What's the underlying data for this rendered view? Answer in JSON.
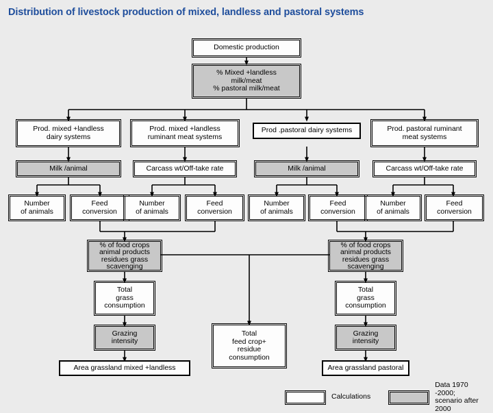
{
  "title": "Distribution of livestock production of mixed, landless and pastoral systems",
  "colors": {
    "title": "#1f4e9c",
    "background": "#ebebeb",
    "node_fill": "#fdfdfd",
    "node_shaded_fill": "#c8c8c8",
    "border": "#000000"
  },
  "nodes": {
    "domestic_production": "Domestic production",
    "percent_split": "% Mixed +landless\nmilk/meat\n% pastoral milk/meat",
    "prod_mixed_dairy": "Prod. mixed +landless\ndairy systems",
    "prod_mixed_meat": "Prod. mixed +landless\nruminant meat systems",
    "prod_pastoral_dairy": "Prod .pastoral dairy systems",
    "prod_pastoral_meat": "Prod. pastoral ruminant\nmeat systems",
    "milk_animal_mixed": "Milk /animal",
    "carcass_mixed": "Carcass wt/Off-take rate",
    "milk_animal_pastoral": "Milk /animal",
    "carcass_pastoral": "Carcass wt/Off-take rate",
    "number_animals_1": "Number\nof animals",
    "feed_conversion_1": "Feed\nconversion",
    "number_animals_2": "Number\nof animals",
    "feed_conversion_2": "Feed\nconversion",
    "number_animals_3": "Number\nof animals",
    "feed_conversion_3": "Feed\nconversion",
    "number_animals_4": "Number\nof animals",
    "feed_conversion_4": "Feed\nconversion",
    "food_crops_mixed": "% of food crops\nanimal products\nresidues grass\nscavenging",
    "food_crops_pastoral": "% of food crops\nanimal products\nresidues grass\nscavenging",
    "total_grass_mixed": "Total\ngrass\nconsumption",
    "total_grass_pastoral": "Total\ngrass\nconsumption",
    "grazing_intensity_mixed": "Grazing\nintensity",
    "grazing_intensity_pastoral": "Grazing\nintensity",
    "area_grassland_mixed": "Area grassland mixed +landless",
    "area_grassland_pastoral": "Area grassland pastoral",
    "total_feed_crop": "Total\nfeed crop+\nresidue\nconsumption"
  },
  "legend": {
    "calculations_label": "Calculations",
    "data_label": "Data  1970 -2000;\nscenario after 2000"
  }
}
